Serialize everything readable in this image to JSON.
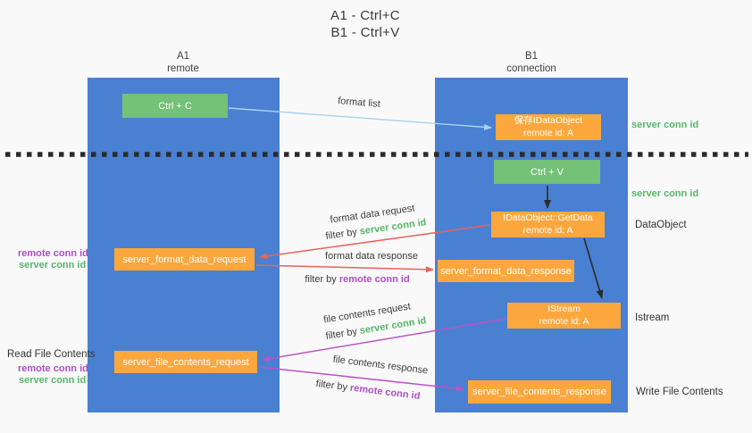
{
  "title": {
    "line1": "A1 - Ctrl+C",
    "line2": "B1 - Ctrl+V"
  },
  "lanes": {
    "a": {
      "name": "A1",
      "subtitle": "remote"
    },
    "b": {
      "name": "B1",
      "subtitle": "connection"
    }
  },
  "nodes": {
    "ctrl_c": {
      "label": "Ctrl + C"
    },
    "ctrl_v": {
      "label": "Ctrl + V"
    },
    "save_dataobject": {
      "line1": "保存IDataObject",
      "line2": "remote id: A"
    },
    "getdata": {
      "line1": "IDataObject::GetData",
      "line2": "remote id: A"
    },
    "istream": {
      "line1": "IStream",
      "line2": "remote id: A"
    },
    "format_request": {
      "label": "server_format_data_request"
    },
    "format_response": {
      "label": "server_format_data_response"
    },
    "file_request": {
      "label": "server_file_contents_request"
    },
    "file_response": {
      "label": "server_file_contents_response"
    }
  },
  "arrow_labels": {
    "format_list": "format list",
    "format_data_request": "format data request",
    "format_data_response": "format data response",
    "file_contents_request": "file contents request",
    "file_contents_response": "file contents response",
    "filter_by": "filter by "
  },
  "conn_ids": {
    "server": "server conn id",
    "remote": "remote conn id"
  },
  "annotations": {
    "dataobject": "DataObject",
    "istream": "Istream",
    "read_file_contents": "Read File Contents",
    "write_file_contents": "Write File Contents"
  },
  "colors": {
    "lane_blue": "#4a80d2",
    "box_green": "#74c178",
    "box_orange": "#fba73d",
    "conn_id_green": "#55b766",
    "conn_id_purple": "#ad4fc4",
    "arrow_red": "#e8635a",
    "arrow_magenta": "#bc53c6",
    "arrow_light_blue": "#a8d2ee",
    "arrow_black": "#2b2b2b"
  }
}
